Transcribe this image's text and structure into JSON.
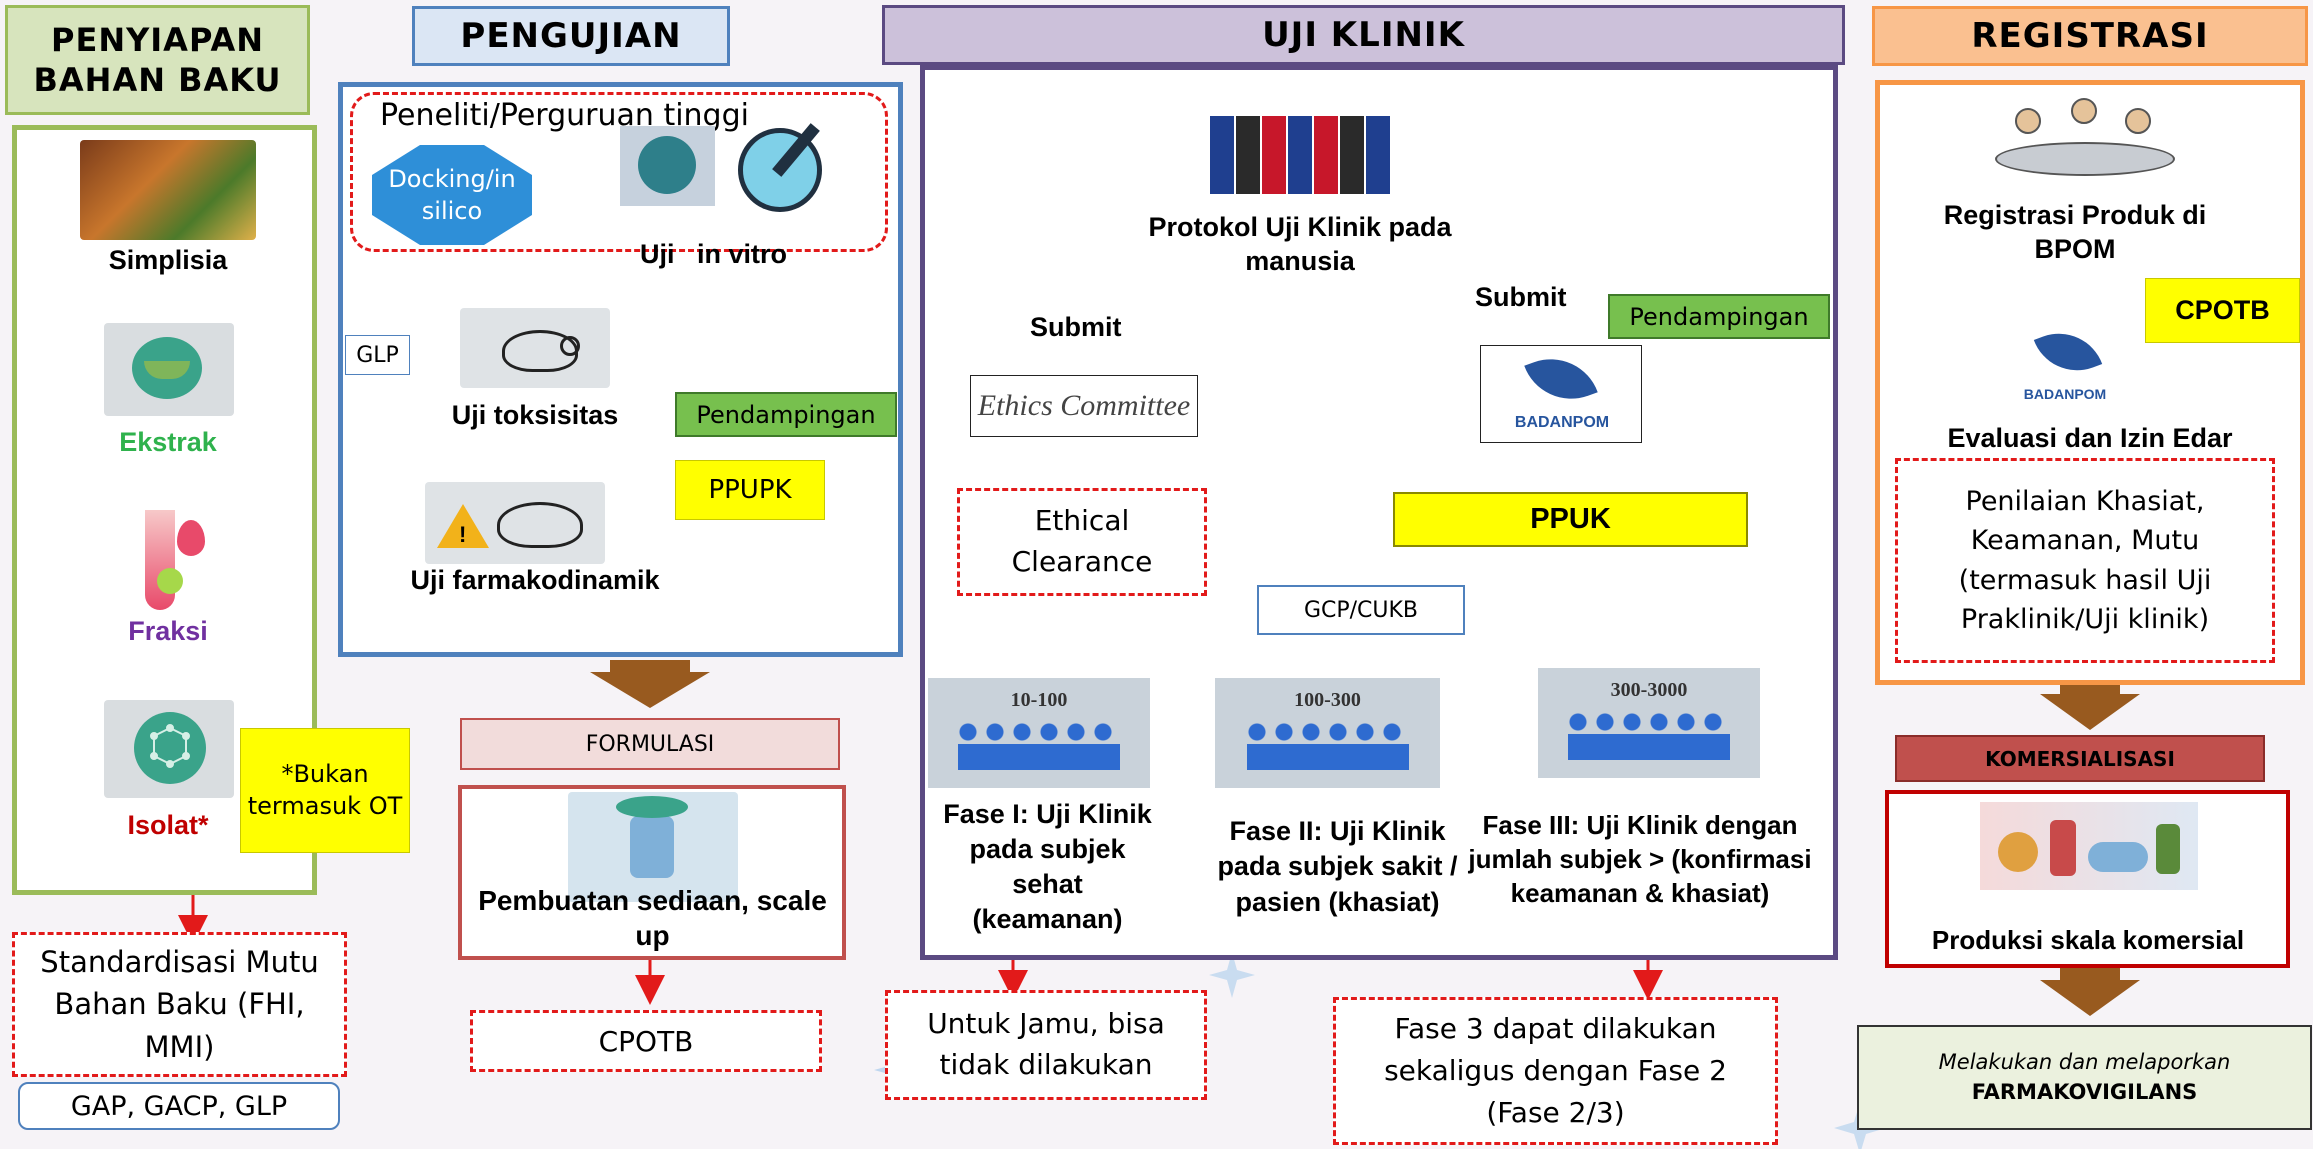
{
  "columns": {
    "bahan_baku": {
      "title": "PENYIAPAN BAHAN BAKU",
      "steps": [
        "Simplisia",
        "Ekstrak",
        "Fraksi",
        "Isolat*"
      ],
      "note": "*Bukan termasuk OT",
      "standard_box": "Standardisasi Mutu Bahan Baku (FHI, MMI)",
      "gap_label": "GAP, GACP, GLP"
    },
    "pengujian": {
      "title": "PENGUJIAN",
      "researcher_label": "Peneliti/Perguruan tinggi",
      "docking_label": "Docking/in silico",
      "in_vitro_label": "Uji   in vitro",
      "glp_label": "GLP",
      "toksisitas_label": "Uji toksisitas",
      "farmakodinamik_label": "Uji farmakodinamik",
      "pendampingan_label": "Pendampingan",
      "ppupk_label": "PPUPK",
      "formulasi_title": "FORMULASI",
      "formulasi_text": "Pembuatan sediaan, scale up",
      "cpotb_label": "CPOTB"
    },
    "uji_klinik": {
      "title": "UJI KLINIK",
      "protokol_label": "Protokol Uji Klinik pada manusia",
      "submit_left": "Submit",
      "submit_right": "Submit",
      "pendampingan_label": "Pendampingan",
      "ethics_label": "Ethics Committee",
      "badanpom_label": "BADANPOM",
      "ethical_clearance": "Ethical Clearance",
      "ppuk_label": "PPUK",
      "gcp_label": "GCP/CUKB",
      "phases": [
        {
          "range": "10-100",
          "text": "Fase I: Uji Klinik pada subjek sehat (keamanan)"
        },
        {
          "range": "100-300",
          "text": "Fase II:  Uji Klinik pada subjek sakit / pasien (khasiat)"
        },
        {
          "range": "300-3000",
          "text": "Fase III: Uji Klinik dengan jumlah subjek > (konfirmasi keamanan & khasiat)"
        }
      ],
      "jamu_note": "Untuk Jamu, bisa tidak dilakukan",
      "fase3_note": "Fase 3 dapat dilakukan sekaligus dengan Fase 2 (Fase 2/3)"
    },
    "registrasi": {
      "title": "REGISTRASI",
      "registrasi_label": "Registrasi Produk di BPOM",
      "cpotb_label": "CPOTB",
      "badanpom_label": "BADANPOM",
      "evaluasi_label": "Evaluasi dan Izin Edar",
      "penilaian_text": "Penilaian Khasiat, Keamanan, Mutu (termasuk hasil  Uji Praklinik/Uji klinik)",
      "komersialisasi_title": "KOMERSIALISASI",
      "produksi_label": "Produksi skala komersial",
      "farmako_line1": "Melakukan dan melaporkan",
      "farmako_line2": "FARMAKOVIGILANS"
    }
  },
  "colors": {
    "green_border": "#9bbb59",
    "blue_border": "#4f81bd",
    "purple_border": "#5b4a82",
    "orange_border": "#f79646",
    "brown_arrow": "#985a1f",
    "red_dash": "#e21a1a",
    "yellow": "#ffff00"
  }
}
